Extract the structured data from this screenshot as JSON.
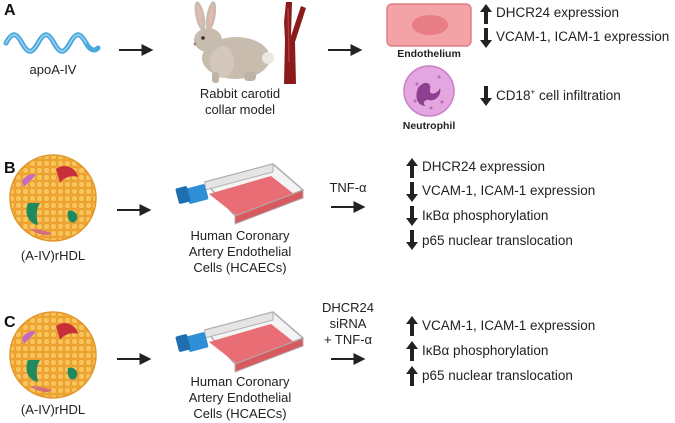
{
  "panels": [
    {
      "letter": "A",
      "inputs": [
        "apoA-IV"
      ],
      "model_label": [
        "Rabbit carotid",
        "collar model"
      ],
      "cells": [
        "Endothelium",
        "Neutrophil"
      ],
      "effects": [
        {
          "dir": "up",
          "text": "DHCR24 expression"
        },
        {
          "dir": "down",
          "text": "VCAM-1, ICAM-1 expression"
        },
        {
          "dir": "down",
          "text": "CD18",
          "sup": "+",
          "after": " cell infiltration"
        }
      ]
    },
    {
      "letter": "B",
      "inputs": [
        "(A-IV)rHDL"
      ],
      "cell_label": [
        "Human Coronary",
        "Artery Endothelial",
        "Cells (HCAECs)"
      ],
      "treatment": [
        "TNF-α"
      ],
      "effects": [
        {
          "dir": "up",
          "text": "DHCR24 expression"
        },
        {
          "dir": "down",
          "text": "VCAM-1, ICAM-1 expression"
        },
        {
          "dir": "down",
          "text": "IκBα phosphorylation"
        },
        {
          "dir": "down",
          "text": "p65 nuclear translocation"
        }
      ]
    },
    {
      "letter": "C",
      "inputs": [
        "(A-IV)rHDL"
      ],
      "cell_label": [
        "Human Coronary",
        "Artery Endothelial",
        "Cells (HCAECs)"
      ],
      "treatment": [
        "DHCR24",
        "siRNA",
        "+ TNF-α"
      ],
      "effects": [
        {
          "dir": "up",
          "text": "VCAM-1, ICAM-1 expression"
        },
        {
          "dir": "up",
          "text": "IκBα phosphorylation"
        },
        {
          "dir": "up",
          "text": "p65 nuclear translocation"
        }
      ]
    }
  ],
  "colors": {
    "helix": "#4aa8dc",
    "endothelium": "#f3a2a6",
    "neutrophil": "#e4a6e0",
    "hdl": "#f3b33d",
    "flask_medium": "#e86d74",
    "flask_cap": "#2f8fd6",
    "artery": "#8b1a1a"
  },
  "icons": [
    "helix-icon",
    "rabbit-icon",
    "artery-icon",
    "endothelial-cell-icon",
    "neutrophil-icon",
    "rhdl-particle-icon",
    "culture-flask-icon",
    "arrow-right-icon",
    "arrow-up-icon",
    "arrow-down-icon"
  ]
}
